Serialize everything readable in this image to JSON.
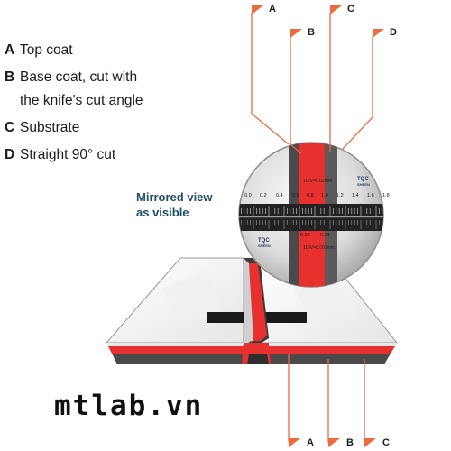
{
  "legend": [
    {
      "key": "A",
      "text": "Top coat"
    },
    {
      "key": "B",
      "text": "Base coat, cut with",
      "continuation": "the knife's cut angle"
    },
    {
      "key": "C",
      "text": "Substrate"
    },
    {
      "key": "D",
      "text": "Straight 90° cut"
    }
  ],
  "mirror_note": {
    "line1": "Mirrored view",
    "line2": "as visible"
  },
  "top_markers": [
    "A",
    "B",
    "C",
    "D"
  ],
  "bottom_markers": [
    "A",
    "B",
    "C"
  ],
  "scale": {
    "top_ticks": [
      "0.0",
      "0.2",
      "0.4",
      "0.6",
      "0.8",
      "1.0",
      "1.2",
      "1.4",
      "1.6",
      "1.8"
    ],
    "bottom_ticks": [
      "0.02",
      "0.04"
    ],
    "top_caption": "1DIV=0.02mm",
    "bottom_caption": "1DIV=0.001mm",
    "logo_text": "TQC",
    "logo_subtext": "SHEEN"
  },
  "watermark": "mtlab.vn",
  "colors": {
    "flag": "#ef6a3c",
    "red_layer": "#e8302f",
    "dark_layer": "#4a4a4a",
    "top_surface": "#f3f3f3",
    "note": "#1f4f66"
  }
}
